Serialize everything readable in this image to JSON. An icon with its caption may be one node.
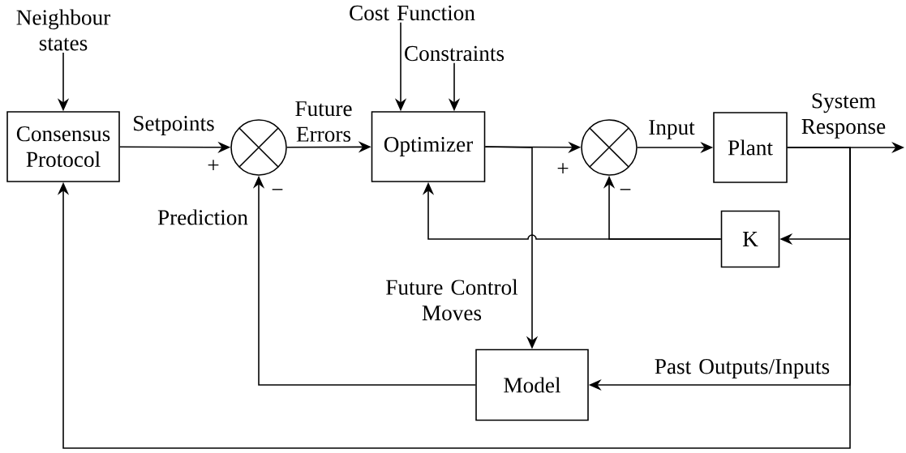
{
  "diagram": {
    "nodes": [
      {
        "text": [
          "Neighbour states"
        ]
      },
      {
        "text": [
          "Consensus Protocol"
        ]
      },
      {
        "text": [],
        "shape": "circle"
      },
      {
        "text": [
          "Cost Function"
        ]
      },
      {
        "text": [
          "Constraints"
        ]
      },
      {
        "text": [
          "Optimizer"
        ]
      },
      {
        "text": [],
        "shape": "circle"
      },
      {
        "text": [
          "Plant"
        ]
      },
      {
        "text": [
          "K"
        ]
      },
      {
        "text": [
          "Model"
        ]
      }
    ],
    "edges": [
      {
        "from": 0,
        "to": 1,
        "arrow": "to"
      },
      {
        "from": 1,
        "to": 2,
        "arrow": "to",
        "label": "Setpoints"
      },
      {
        "from": 2,
        "to": 5,
        "arrow": "to",
        "label": "Future Errors"
      },
      {
        "from": 3,
        "to": 5,
        "arrow": "to"
      },
      {
        "from": 4,
        "to": 5,
        "arrow": "to"
      },
      {
        "from": 5,
        "to": 6,
        "arrow": "to"
      },
      {
        "from": 5,
        "to": 9,
        "arrow": "to",
        "label": "Future Control Moves"
      },
      {
        "from": 6,
        "to": 7,
        "arrow": "to",
        "label": "Input"
      },
      {
        "from": 7,
        "to": null,
        "arrow": "to",
        "label": "System Response"
      },
      {
        "from": 7,
        "to": 8,
        "arrow": "to"
      },
      {
        "from": 8,
        "to": 5,
        "arrow": "to"
      },
      {
        "from": 8,
        "to": 6,
        "arrow": "to"
      },
      {
        "from": 7,
        "to": 9,
        "arrow": "to",
        "label": "Past Outputs/Inputs"
      },
      {
        "from": 7,
        "to": 1,
        "arrow": "to"
      },
      {
        "from": 9,
        "to": 2,
        "arrow": "to",
        "label": "Prediction"
      }
    ],
    "labels": [
      "+",
      "−",
      "+",
      "−"
    ]
  }
}
